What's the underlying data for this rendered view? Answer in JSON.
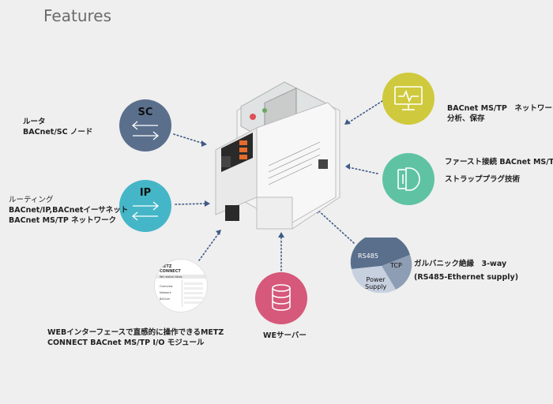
{
  "header": {
    "title": "Features"
  },
  "sc": {
    "title": "SC",
    "label_lines": [
      "ルータ",
      "BACnet/SC ノード"
    ]
  },
  "ip": {
    "title": "IP",
    "label_lines": [
      "ルーティング",
      "BACnet/IP,BACnetイーサネット",
      "BACnet MS/TP ネットワーク"
    ]
  },
  "web": {
    "label_lines": [
      "WEBインターフェースで直感的に操作できるMETZ",
      "CONNECT BACnet MS/TP I/O モジュール"
    ],
    "screen_logo": [
      "METZ",
      "CONNECT"
    ],
    "screen_heading": "We realize ideas",
    "screen_items": [
      "Overview",
      "Network",
      "BACnet"
    ]
  },
  "server": {
    "label": "WEサーバー"
  },
  "network": {
    "label_lines": [
      "BACnet MS/TP　ネットワーク",
      "分析、保存"
    ]
  },
  "plug": {
    "label_lines": [
      "ファースト接続 BACnet MS/TP",
      "ストラッププラグ技術"
    ]
  },
  "isolation": {
    "label_lines": [
      "ガルバニック絶縁　3-way",
      "(RS485-Ethernet supply)"
    ],
    "pie_labels": {
      "rs485": "RS485",
      "tcp": "TCP",
      "power": "Power\nSupply"
    }
  },
  "colors": {
    "sc_circle": "#5a6f8c",
    "ip_circle": "#44b6c7",
    "network_circle": "#cfc93d",
    "plug_circle": "#5fc3a3",
    "server_circle": "#d6587a",
    "pie_rs485": "#5a6f8c",
    "pie_tcp": "#8d9db3",
    "pie_power": "#c7d0df",
    "dots": "#3e5a86"
  },
  "icons": {
    "sc": "arrows-exchange-icon",
    "ip": "arrows-exchange-icon",
    "network": "monitor-pulse-icon",
    "plug": "plug-connector-icon",
    "server": "database-stack-icon",
    "web": "web-interface-screenshot"
  }
}
